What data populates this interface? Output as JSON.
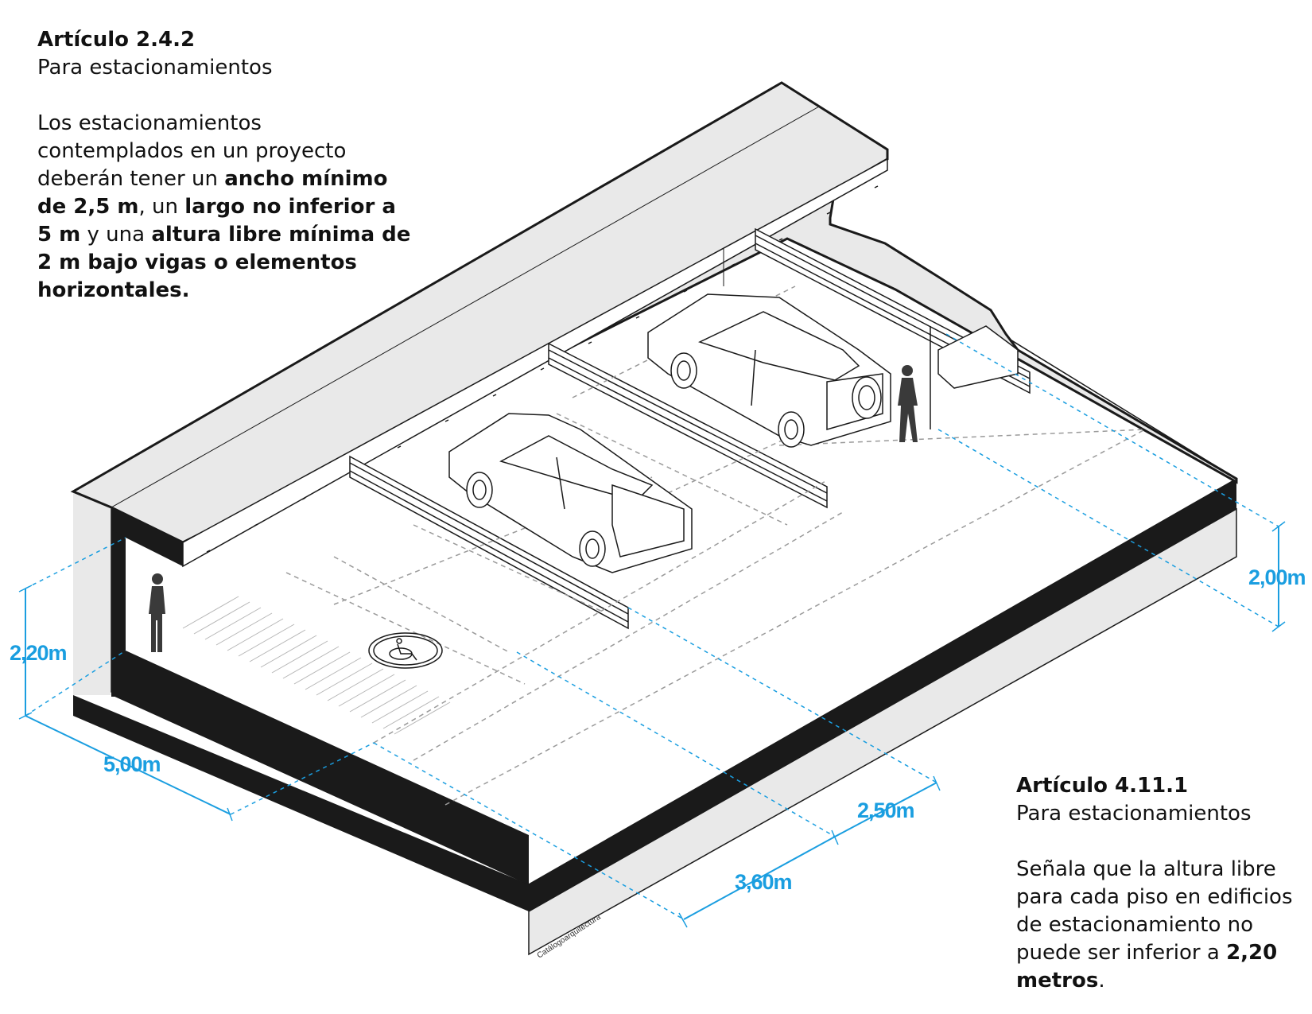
{
  "article_a": {
    "title": "Artículo 2.4.2",
    "subtitle": "Para estacionamientos",
    "paragraph": [
      {
        "text": "Los estacionamientos contemplados en un proyecto deberán tener un ",
        "bold": false
      },
      {
        "text": "ancho mínimo de 2,5 m",
        "bold": true
      },
      {
        "text": ", un ",
        "bold": false
      },
      {
        "text": "largo no inferior a 5 m",
        "bold": true
      },
      {
        "text": " y una ",
        "bold": false
      },
      {
        "text": "altura libre mínima de 2 m bajo vigas o elementos horizontales.",
        "bold": true
      }
    ]
  },
  "article_b": {
    "title": "Artículo 4.11.1",
    "subtitle": "Para estacionamientos",
    "paragraph": [
      {
        "text": "Señala que la altura libre para cada piso en edificios de estacionamiento no puede ser inferior a ",
        "bold": false
      },
      {
        "text": "2,20 metros",
        "bold": true
      },
      {
        "text": ".",
        "bold": false
      }
    ]
  },
  "dimensions": {
    "height_left": "2,20m",
    "length": "5,00m",
    "width_accessible": "3,60m",
    "width_standard": "2,50m",
    "beam_clearance": "2,00m"
  },
  "credit": "Catálogoarquitectura",
  "colors": {
    "dimension": "#1a9ee0",
    "slab_black": "#1a1a1a",
    "face_grey": "#e8e8e8",
    "line": "#1a1a1a",
    "hatch_grey": "#9a9a9a"
  },
  "icons": [
    "wheelchair-icon",
    "car-icon",
    "person-icon",
    "beam-icon"
  ]
}
